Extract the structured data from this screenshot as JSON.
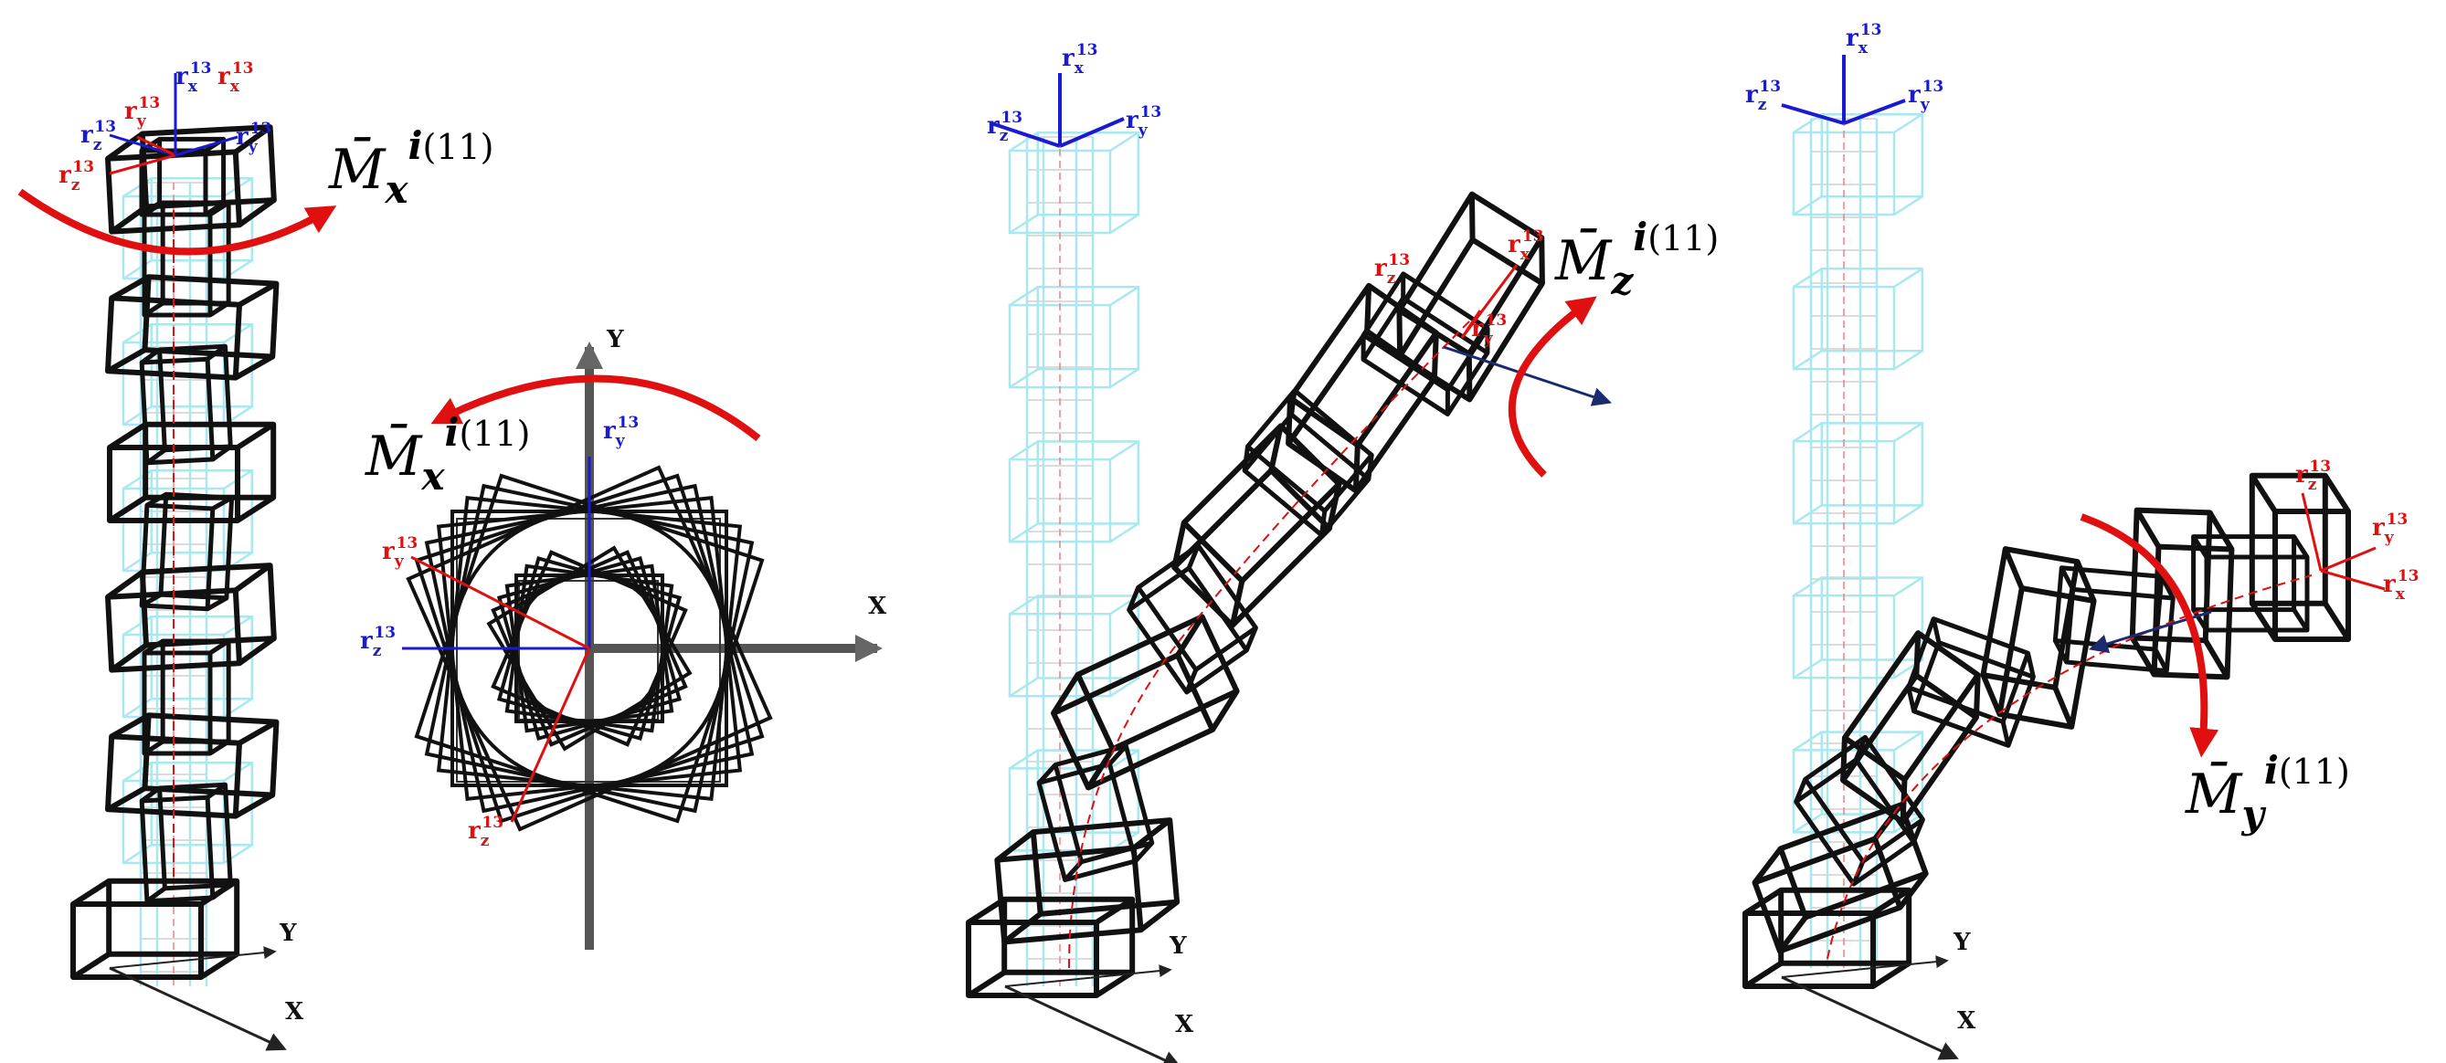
{
  "panels": [
    {
      "id": "panel-a",
      "moment": {
        "symbol": "M̄",
        "sub": "x",
        "sup_i": "i",
        "sup_n": "(11)",
        "color": "#e01010"
      },
      "frame_labels": [
        {
          "base": "r",
          "sub": "x",
          "sup": "13",
          "color": "#1a1ad0"
        },
        {
          "base": "r",
          "sub": "x",
          "sup": "13",
          "color": "#e01010"
        },
        {
          "base": "r",
          "sub": "z",
          "sup": "13",
          "color": "#1a1ad0"
        },
        {
          "base": "r",
          "sub": "y",
          "sup": "13",
          "color": "#e01010"
        },
        {
          "base": "r",
          "sub": "y",
          "sup": "13",
          "color": "#1a1ad0"
        },
        {
          "base": "r",
          "sub": "z",
          "sup": "13",
          "color": "#e01010"
        }
      ],
      "base_axes": {
        "y": "Y",
        "x": "X"
      }
    },
    {
      "id": "panel-b",
      "moment": {
        "symbol": "M̄",
        "sub": "x",
        "sup_i": "i",
        "sup_n": "(11)",
        "color": "#e01010"
      },
      "frame_labels": [
        {
          "base": "r",
          "sub": "y",
          "sup": "13",
          "color": "#1a1ad0"
        },
        {
          "base": "r",
          "sub": "y",
          "sup": "13",
          "color": "#e01010"
        },
        {
          "base": "r",
          "sub": "z",
          "sup": "13",
          "color": "#1a1ad0"
        },
        {
          "base": "r",
          "sub": "z",
          "sup": "13",
          "color": "#e01010"
        }
      ],
      "base_axes": {
        "y": "Y",
        "x": "X"
      }
    },
    {
      "id": "panel-c",
      "moment": {
        "symbol": "M̄",
        "sub": "z",
        "sup_i": "i",
        "sup_n": "(11)",
        "color": "#e01010"
      },
      "frame_labels": [
        {
          "base": "r",
          "sub": "x",
          "sup": "13",
          "color": "#1a1ad0"
        },
        {
          "base": "r",
          "sub": "z",
          "sup": "13",
          "color": "#1a1ad0"
        },
        {
          "base": "r",
          "sub": "y",
          "sup": "13",
          "color": "#1a1ad0"
        },
        {
          "base": "r",
          "sub": "z",
          "sup": "13",
          "color": "#e01010"
        },
        {
          "base": "r",
          "sub": "x",
          "sup": "13",
          "color": "#e01010"
        },
        {
          "base": "r",
          "sub": "y",
          "sup": "13",
          "color": "#e01010"
        }
      ],
      "base_axes": {
        "y": "Y",
        "x": "X"
      }
    },
    {
      "id": "panel-d",
      "moment": {
        "symbol": "M̄",
        "sub": "y",
        "sup_i": "i",
        "sup_n": "(11)",
        "color": "#e01010"
      },
      "frame_labels": [
        {
          "base": "r",
          "sub": "x",
          "sup": "13",
          "color": "#1a1ad0"
        },
        {
          "base": "r",
          "sub": "z",
          "sup": "13",
          "color": "#1a1ad0"
        },
        {
          "base": "r",
          "sub": "y",
          "sup": "13",
          "color": "#1a1ad0"
        },
        {
          "base": "r",
          "sub": "z",
          "sup": "13",
          "color": "#e01010"
        },
        {
          "base": "r",
          "sub": "y",
          "sup": "13",
          "color": "#e01010"
        },
        {
          "base": "r",
          "sub": "x",
          "sup": "13",
          "color": "#e01010"
        }
      ],
      "base_axes": {
        "y": "Y",
        "x": "X"
      }
    }
  ],
  "colors": {
    "module_edge": "#111111",
    "ghost_edge": "#a8e8ee",
    "ghost_inner": "#c8c8c8",
    "moment_arrow": "#e01010",
    "moment_axis": "#1c2a6e",
    "base_axis": "#222222",
    "frame_blue": "#1a1ad0",
    "frame_red": "#e01010"
  }
}
